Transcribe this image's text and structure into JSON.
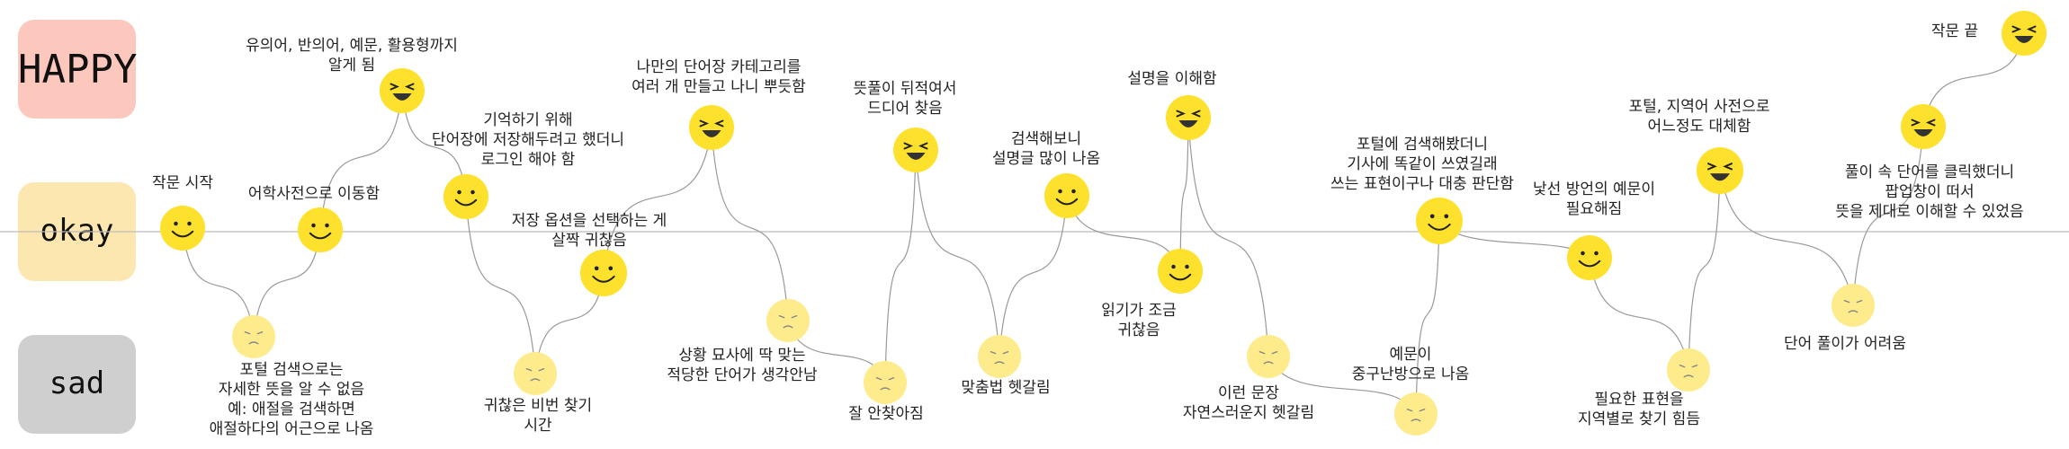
{
  "bands": [
    {
      "id": "happy",
      "label": "HAPPY",
      "color": "#fcc8bd"
    },
    {
      "id": "okay",
      "label": "okay",
      "color": "#fde7b0"
    },
    {
      "id": "sad",
      "label": "sad",
      "color": "#cfcfcf"
    }
  ],
  "events": [
    {
      "mood": "okay",
      "label": [
        "작문 시작"
      ]
    },
    {
      "mood": "sad",
      "label": [
        "포털 검색으로는",
        "자세한 뜻을 알 수 없음",
        "예: 애절을 검색하면",
        "애절하다의 어근으로 나옴"
      ]
    },
    {
      "mood": "okay",
      "label": [
        "어학사전으로 이동함"
      ]
    },
    {
      "mood": "happy",
      "label": [
        "유의어, 반의어, 예문, 활용형까지",
        "알게 됨"
      ]
    },
    {
      "mood": "okay",
      "label": [
        "기억하기 위해",
        "단어장에 저장해두려고 했더니",
        "로그인 해야 함"
      ]
    },
    {
      "mood": "sad",
      "label": [
        "귀찮은 비번 찾기",
        "시간"
      ]
    },
    {
      "mood": "okay",
      "label": [
        "저장 옵션을 선택하는 게",
        "살짝 귀찮음"
      ]
    },
    {
      "mood": "happy",
      "label": [
        "나만의 단어장 카테고리를",
        "여러 개 만들고 나니 뿌듯함"
      ]
    },
    {
      "mood": "sad",
      "label": [
        "상황 묘사에 딱 맞는",
        "적당한 단어가 생각안남"
      ]
    },
    {
      "mood": "sad",
      "label": [
        "잘 안찾아짐"
      ]
    },
    {
      "mood": "happy",
      "label": [
        "뜻풀이 뒤적여서",
        "드디어 찾음"
      ]
    },
    {
      "mood": "sad",
      "label": [
        "맞춤법 헷갈림"
      ]
    },
    {
      "mood": "okay",
      "label": [
        "검색해보니",
        "설명글 많이 나옴"
      ]
    },
    {
      "mood": "okay",
      "label": [
        "읽기가 조금",
        "귀찮음"
      ]
    },
    {
      "mood": "happy",
      "label": [
        "설명을 이해함"
      ]
    },
    {
      "mood": "sad",
      "label": [
        "이런 문장",
        "자연스러운지 헷갈림"
      ]
    },
    {
      "mood": "sad",
      "label": [
        "예문이",
        "중구난방으로 나옴"
      ]
    },
    {
      "mood": "okay",
      "label": [
        "포털에 검색해봤더니",
        "기사에 똑같이 쓰였길래",
        "쓰는 표현이구나 대충 판단함"
      ]
    },
    {
      "mood": "okay",
      "label": [
        "낯선 방언의 예문이",
        "필요해짐"
      ]
    },
    {
      "mood": "sad",
      "label": [
        "필요한 표현을",
        "지역별로 찾기 힘듬"
      ]
    },
    {
      "mood": "happy",
      "label": [
        "포털, 지역어 사전으로",
        "어느정도 대체함"
      ]
    },
    {
      "mood": "sad",
      "label": [
        "단어 풀이가 어려움"
      ]
    },
    {
      "mood": "happy",
      "label": [
        "풀이 속 단어를 클릭했더니",
        "팝업창이 떠서",
        "뜻을 제대로 이해할 수 있었음"
      ]
    },
    {
      "mood": "happy",
      "label": [
        "작문 끝"
      ]
    }
  ],
  "colors": {
    "face_yellow": "#fde12c",
    "face_faded": "#fdeb8c",
    "curve": "#999999",
    "divider": "#bbbbbb"
  }
}
